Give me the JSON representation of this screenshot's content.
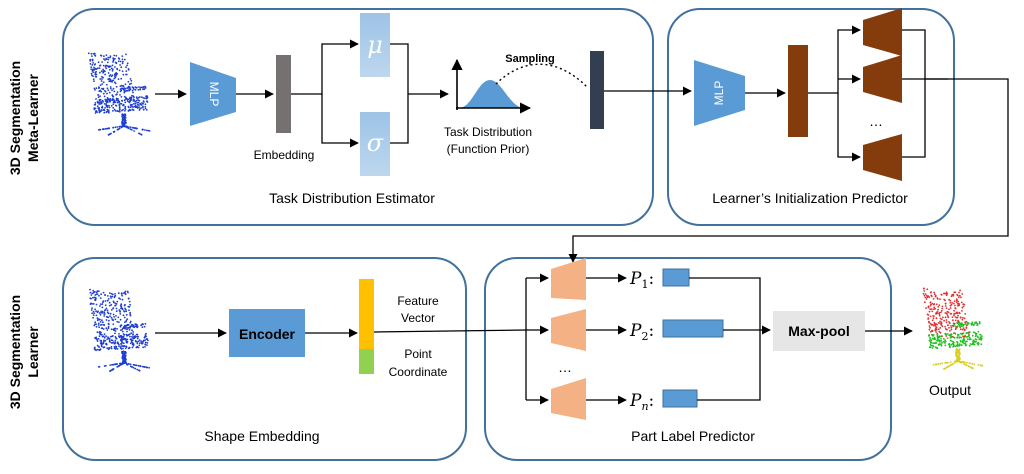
{
  "side_labels": {
    "meta_learner_line1": "3D Segmentation",
    "meta_learner_line2": "Meta-Learner",
    "learner_line1": "3D Segmentation",
    "learner_line2": "Learner"
  },
  "panels": {
    "task_distribution_estimator": "Task Distribution Estimator",
    "learner_initialization_predictor": "Learner’s Initialization Predictor",
    "shape_embedding": "Shape Embedding",
    "part_label_predictor": "Part Label Predictor"
  },
  "top": {
    "mlp_label": "MLP",
    "embedding_label": "Embedding",
    "mu_symbol": "μ",
    "sigma_symbol": "σ",
    "task_distribution_line1": "Task Distribution",
    "task_distribution_line2": "(Function Prior)",
    "sampling_label": "Sampling",
    "mlp2_label": "MLP",
    "ellipsis": "…"
  },
  "bottom": {
    "encoder_label": "Encoder",
    "feature_line1": "Feature",
    "feature_line2": "Vector",
    "point_line1": "Point",
    "point_line2": "Coordinate",
    "ellipsis": "…",
    "p_symbol": "P",
    "p1_sub": "1",
    "p2_sub": "2",
    "pn_sub": "n",
    "colon": ":",
    "maxpool_label": "Max-pool",
    "output_label": "Output"
  },
  "colors": {
    "panel_border": "#41719c",
    "mlp_blue": "#5b9bd5",
    "light_blue": "#9dc3e6",
    "embedding_gray": "#767171",
    "sample_dark": "#333f50",
    "brown": "#843c0c",
    "salmon": "#f4b183",
    "feature_yellow": "#ffc000",
    "point_green": "#92d050",
    "maxpool_gray": "#e7e6e6",
    "pointcloud_blue": "#1f3fd0",
    "seg_red": "#e03030",
    "seg_green": "#20c020",
    "seg_yellow": "#d8d020"
  }
}
